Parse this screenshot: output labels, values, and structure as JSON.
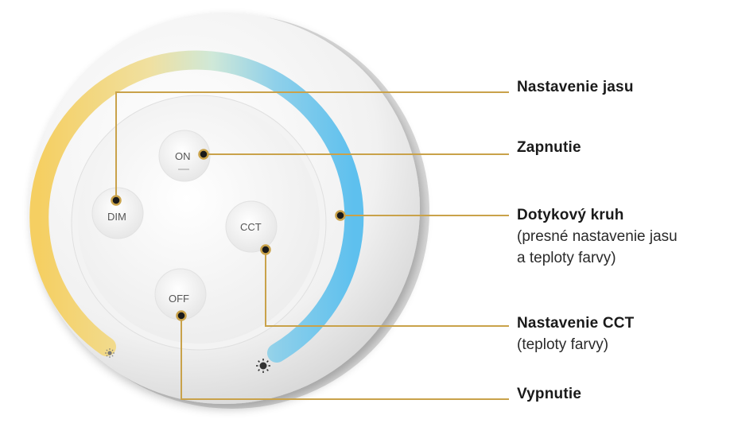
{
  "buttons": {
    "on": "ON",
    "off": "OFF",
    "dim": "DIM",
    "cct": "CCT"
  },
  "callouts": {
    "brightness": {
      "title": "Nastavenie jasu"
    },
    "on": {
      "title": "Zapnutie"
    },
    "touch_ring": {
      "title": "Dotykový kruh",
      "desc_line1": "(presné nastavenie jasu",
      "desc_line2": "a teploty farvy)"
    },
    "cct": {
      "title": "Nastavenie CCT",
      "desc_line1": "(teploty farvy)"
    },
    "off": {
      "title": "Vypnutie"
    }
  },
  "icons": {
    "warm_end": "sun-small-icon",
    "cool_end": "sun-large-icon"
  },
  "colors": {
    "callout_line": "#c9a24a",
    "marker_fill": "#1a1a1a",
    "ring_warm": "#f4cf6a",
    "ring_cool": "#6fc3ec",
    "remote_body": "#ececec"
  }
}
